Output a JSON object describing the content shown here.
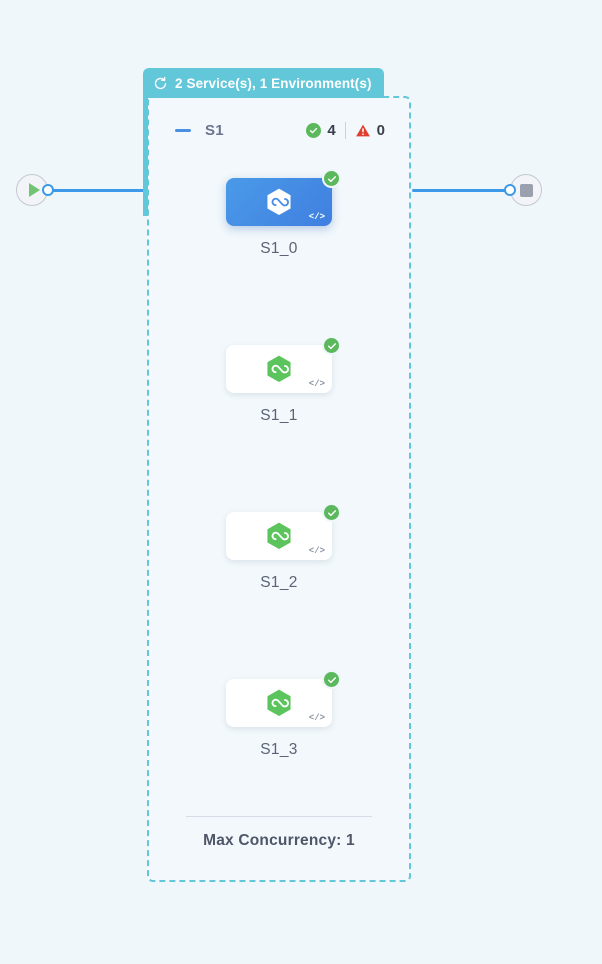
{
  "canvas": {
    "background_color": "#eff7fb"
  },
  "start_node": {
    "name": "start-node",
    "icon": "play-icon",
    "icon_color": "#72c472"
  },
  "end_node": {
    "name": "end-node",
    "icon": "stop-icon",
    "icon_color": "#9aa0ae"
  },
  "group": {
    "tab": {
      "icon": "loop-refresh-icon",
      "label": "2 Service(s), 1 Environment(s)",
      "background_color": "#62c7d8",
      "text_color": "#ffffff"
    },
    "border_color": "#62c7d8",
    "header": {
      "collapse_icon": "minus-icon",
      "collapse_icon_color": "#4a90e2",
      "name": "S1",
      "success": {
        "icon": "check-circle-icon",
        "color": "#5cb85c",
        "count": "4"
      },
      "error": {
        "icon": "warning-triangle-icon",
        "color": "#e03e2f",
        "count": "0"
      }
    },
    "footer": {
      "label": "Max Concurrency: 1"
    }
  },
  "nodes": [
    {
      "label": "S1_0",
      "selected": true,
      "status": "success",
      "status_icon": "check-circle-icon",
      "code_glyph": "</>",
      "hex_color": "#ffffff",
      "card_color": "#4a9ae8"
    },
    {
      "label": "S1_1",
      "selected": false,
      "status": "success",
      "status_icon": "check-circle-icon",
      "code_glyph": "</>",
      "hex_color": "#5cc45c",
      "card_color": "#ffffff"
    },
    {
      "label": "S1_2",
      "selected": false,
      "status": "success",
      "status_icon": "check-circle-icon",
      "code_glyph": "</>",
      "hex_color": "#5cc45c",
      "card_color": "#ffffff"
    },
    {
      "label": "S1_3",
      "selected": false,
      "status": "success",
      "status_icon": "check-circle-icon",
      "code_glyph": "</>",
      "hex_color": "#5cc45c",
      "card_color": "#ffffff"
    }
  ]
}
